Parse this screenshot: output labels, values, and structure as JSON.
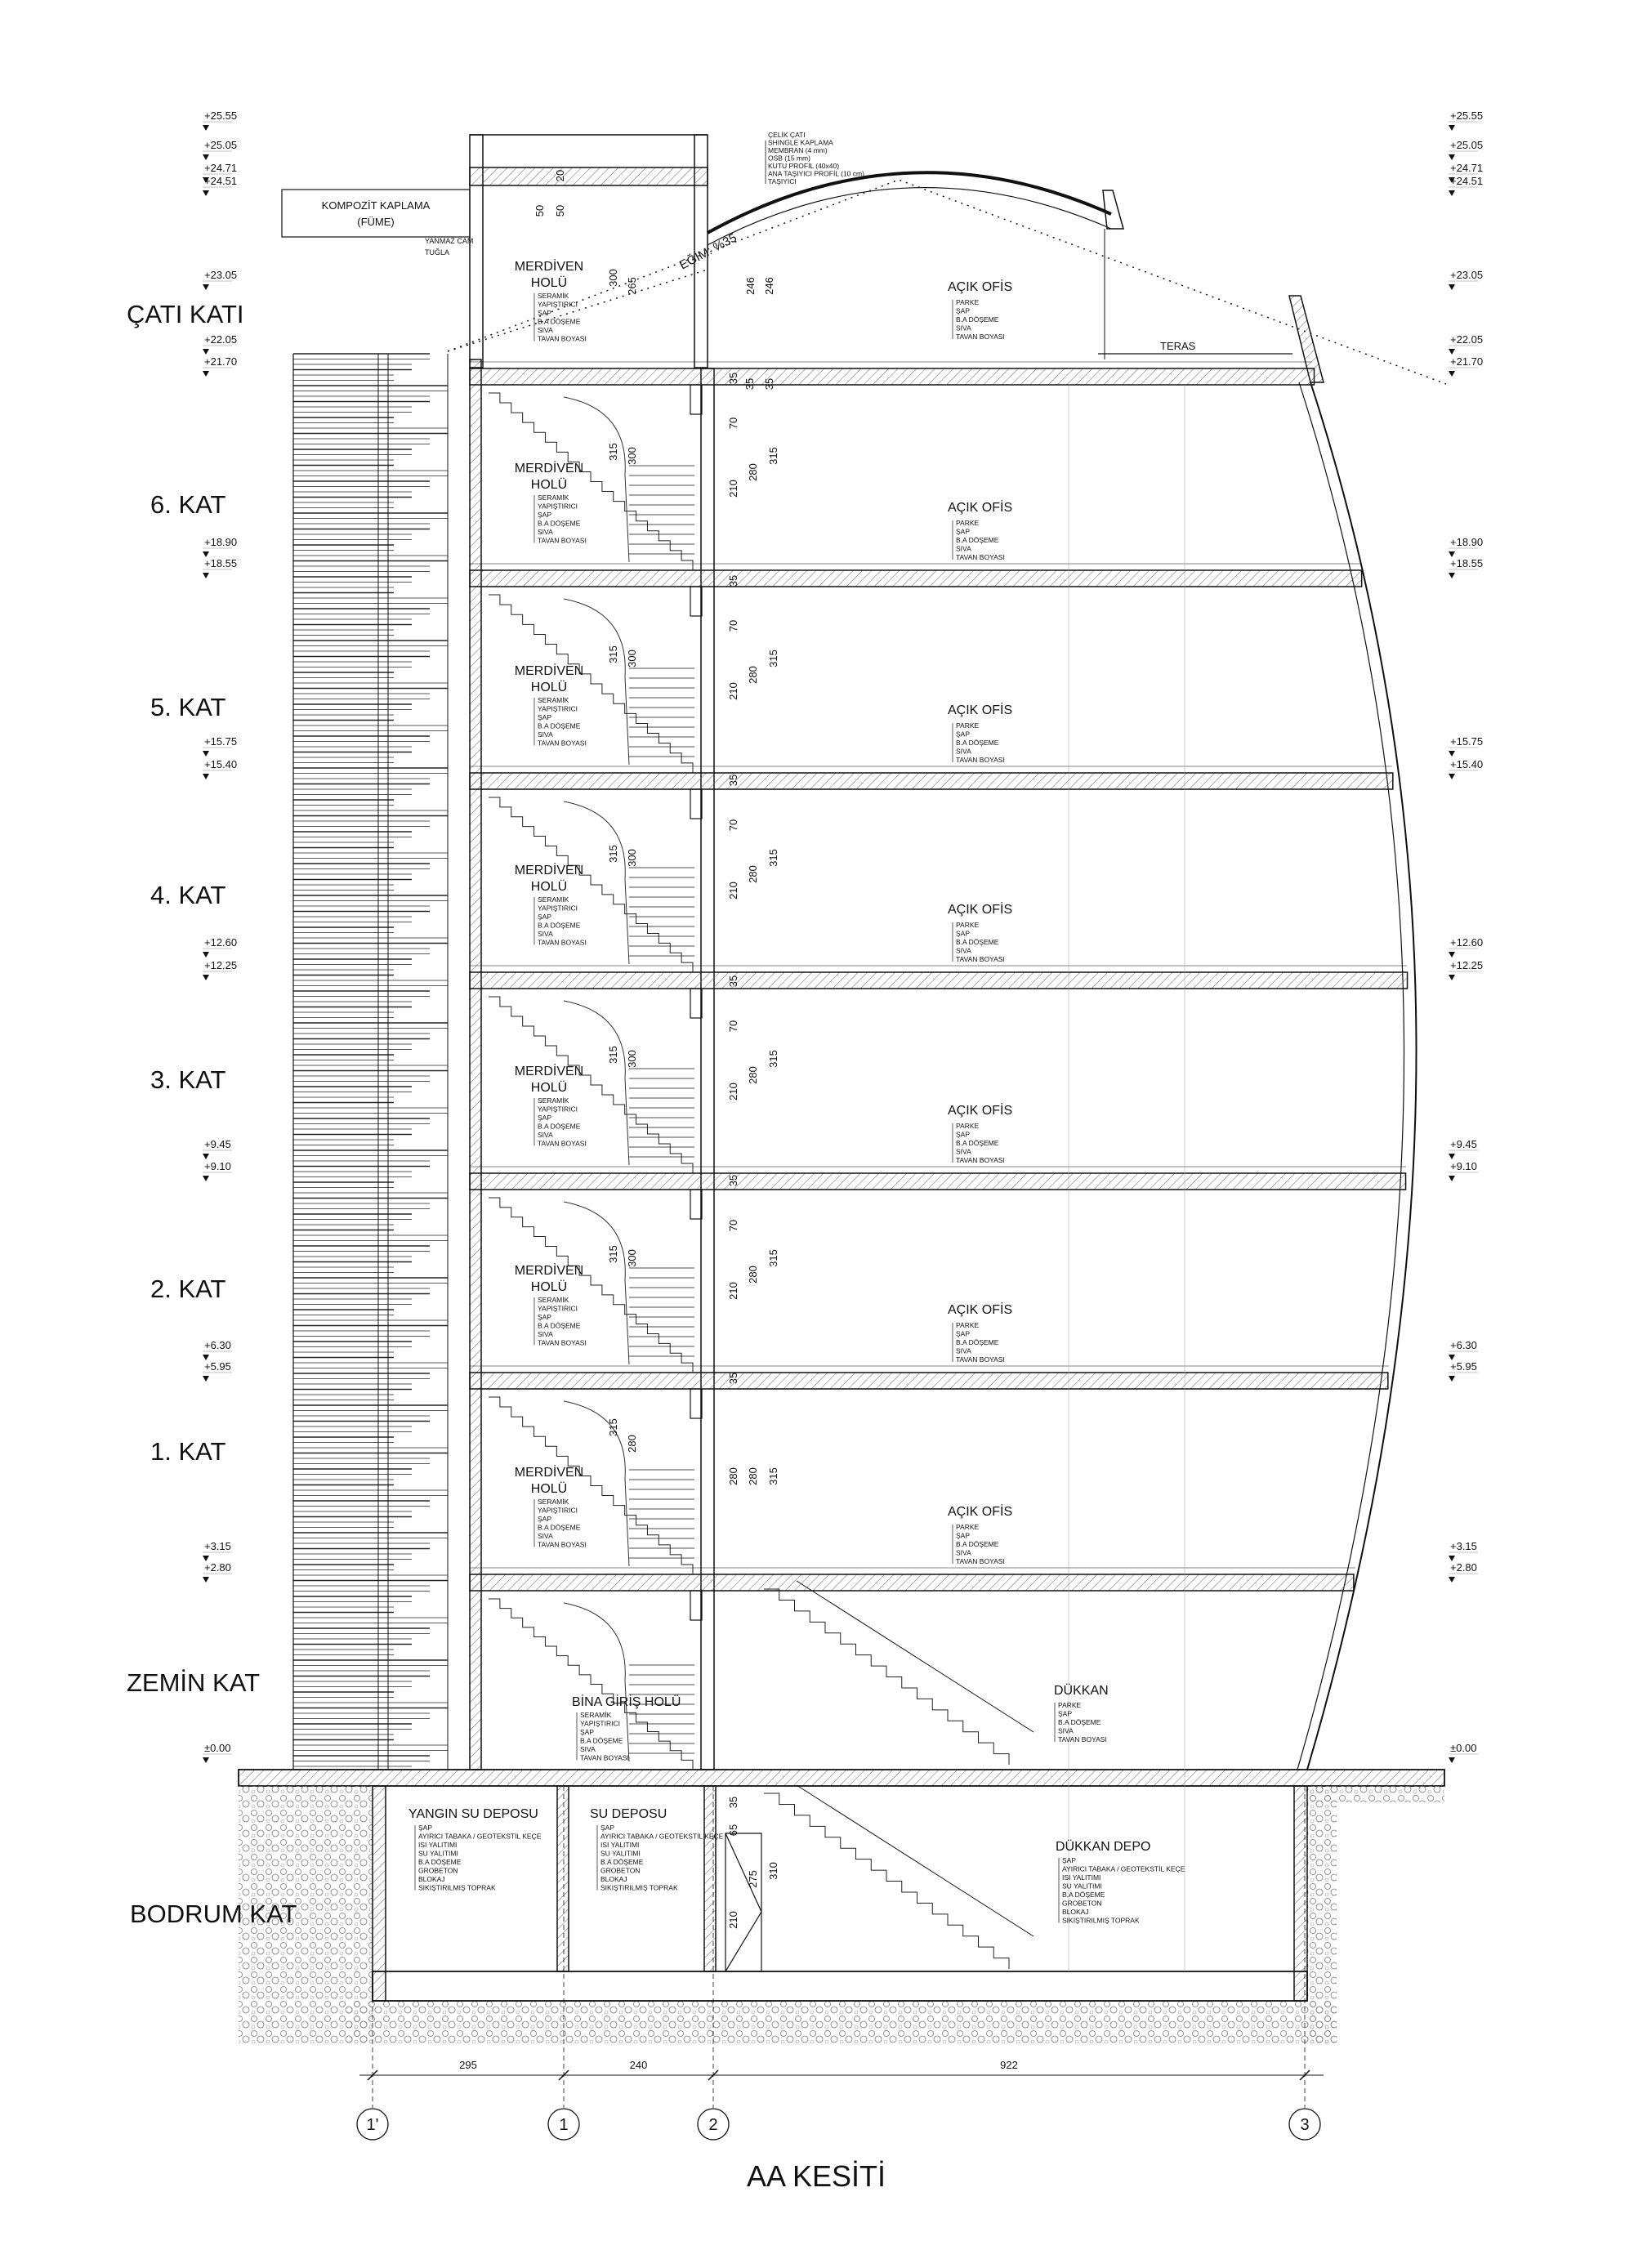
{
  "title": "AA KESİTİ",
  "levels": [
    "+25.55",
    "+25.05",
    "+24.71",
    "+24.51",
    "+23.05",
    "+22.05",
    "+21.70",
    "+18.90",
    "+18.55",
    "+15.75",
    "+15.40",
    "+12.60",
    "+12.25",
    "+9.45",
    "+9.10",
    "+6.30",
    "+5.95",
    "+3.15",
    "+2.80",
    "±0.00"
  ],
  "floor_names": [
    "ÇATI KATI",
    "6. KAT",
    "5. KAT",
    "4. KAT",
    "3. KAT",
    "2. KAT",
    "1. KAT",
    "ZEMİN KAT",
    "BODRUM KAT"
  ],
  "rooms": {
    "stair_hall": [
      "MERDİVEN",
      "HOLÜ"
    ],
    "office": "AÇIK OFİS",
    "entrance": "BİNA GİRİŞ HOLÜ",
    "shop": "DÜKKAN",
    "fire_tank": "YANGIN SU DEPOSU",
    "water_tank": "SU DEPOSU",
    "shop_storage": "DÜKKAN DEPO",
    "terrace": "TERAS"
  },
  "materials": {
    "stair_hall": [
      "SERAMİK",
      "YAPIŞTIRICI",
      "ŞAP",
      "B.A DÖŞEME",
      "SIVA",
      "TAVAN BOYASI"
    ],
    "office": [
      "PARKE",
      "ŞAP",
      "B.A DÖŞEME",
      "SIVA",
      "TAVAN BOYASI"
    ],
    "basement": [
      "ŞAP",
      "AYIRICI TABAKA / GEOTEKSTİL KEÇE",
      "ISI YALITIMI",
      "SU YALITIMI",
      "B.A DÖŞEME",
      "GROBETON",
      "BLOKAJ",
      "SIKIŞTIRILMIŞ TOPRAK"
    ],
    "roof": [
      "ÇELİK ÇATI",
      "SHINGLE KAPLAMA",
      "MEMBRAN (4 mm)",
      "OSB (15 mm)",
      "KUTU PROFİL (40x40)",
      "ANA TAŞIYICI PROFİL (10 cm)",
      "TAŞIYICI"
    ]
  },
  "annotations": {
    "cladding": [
      "KOMPOZİT KAPLAMA",
      "(FÜME)"
    ],
    "facade": [
      "YANMAZ CAM",
      "TUĞLA"
    ],
    "slope": "EĞİM: %35"
  },
  "core_dims": {
    "typical": [
      "35",
      "70",
      "210",
      "280",
      "315",
      "315",
      "300"
    ],
    "first": [
      "35",
      "280",
      "280",
      "315",
      "315",
      "280"
    ],
    "roof": [
      "50",
      "50",
      "20",
      "300",
      "265",
      "246",
      "246",
      "35",
      "35"
    ],
    "basement": [
      "35",
      "65",
      "210",
      "275",
      "310"
    ]
  },
  "grid": {
    "axes": [
      "1'",
      "1",
      "2",
      "3"
    ],
    "spans": [
      "295",
      "240",
      "922"
    ]
  },
  "colors": {
    "line": "#111111",
    "hatch": "#555555"
  }
}
